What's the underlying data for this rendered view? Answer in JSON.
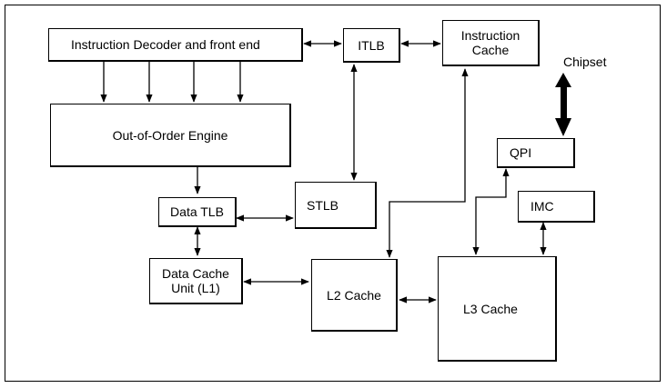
{
  "blocks": {
    "decoder": "Instruction Decoder and front end",
    "itlb": "ITLB",
    "icache": "Instruction\nCache",
    "ooo": "Out-of-Order Engine",
    "dtlb": "Data TLB",
    "stlb": "STLB",
    "dcu": "Data Cache\nUnit (L1)",
    "l2": "L2 Cache",
    "l3": "L3 Cache",
    "qpi": "QPI",
    "imc": "IMC"
  },
  "labels": {
    "chipset": "Chipset"
  }
}
